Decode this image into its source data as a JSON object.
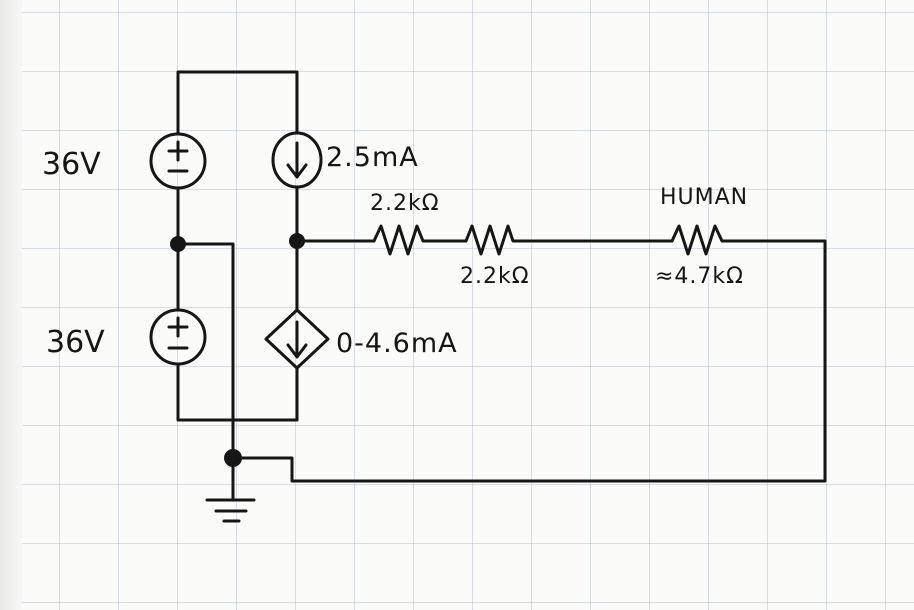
{
  "diagram": {
    "labels": {
      "v_source_top": "36V",
      "v_source_bottom": "36V",
      "current_source": "2.5mA",
      "dependent_current_source": "0-4.6mA",
      "resistor_1": "2.2kΩ",
      "resistor_2": "2.2kΩ",
      "human_label": "HUMAN",
      "human_resistance": "≈4.7kΩ"
    },
    "symbols": {
      "voltage_source": "circle-plus-minus",
      "current_source": "circle-arrow-down",
      "dependent_current_source": "diamond-arrow-down",
      "resistor": "zigzag",
      "ground": "ground"
    },
    "colors": {
      "ink": "#161616",
      "grid": "#96aac8",
      "paper": "#fbfbfa"
    }
  }
}
